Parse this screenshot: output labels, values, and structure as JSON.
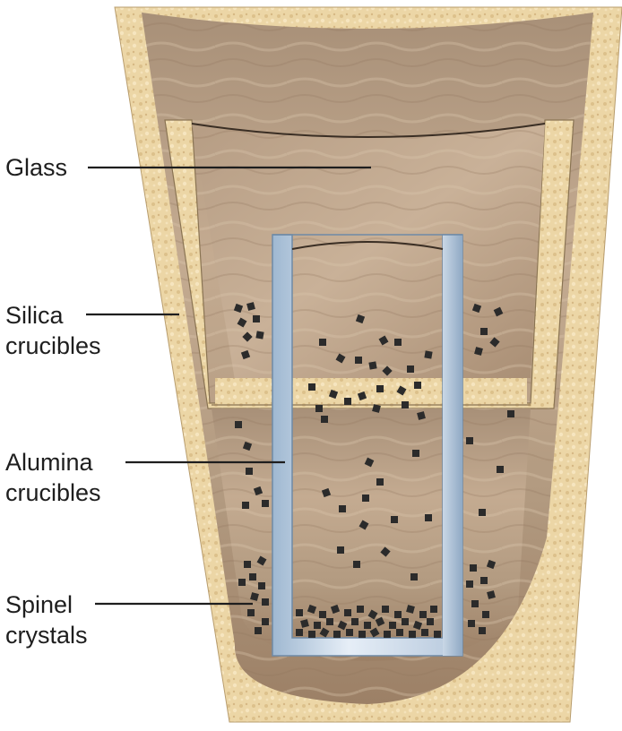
{
  "labels": {
    "glass": [
      "Glass"
    ],
    "silica": [
      "Silica",
      "crucibles"
    ],
    "alumina": [
      "Alumina",
      "crucibles"
    ],
    "spinel": [
      "Spinel",
      "crystals"
    ]
  },
  "colors": {
    "background": "#ffffff",
    "outer_crucible": "#ecd6a6",
    "glass_melt": "#b59a7e",
    "alumina_tube": "#d3e1ef",
    "crystal": "#2b2b2b",
    "leader_line": "#1e1e1e"
  }
}
